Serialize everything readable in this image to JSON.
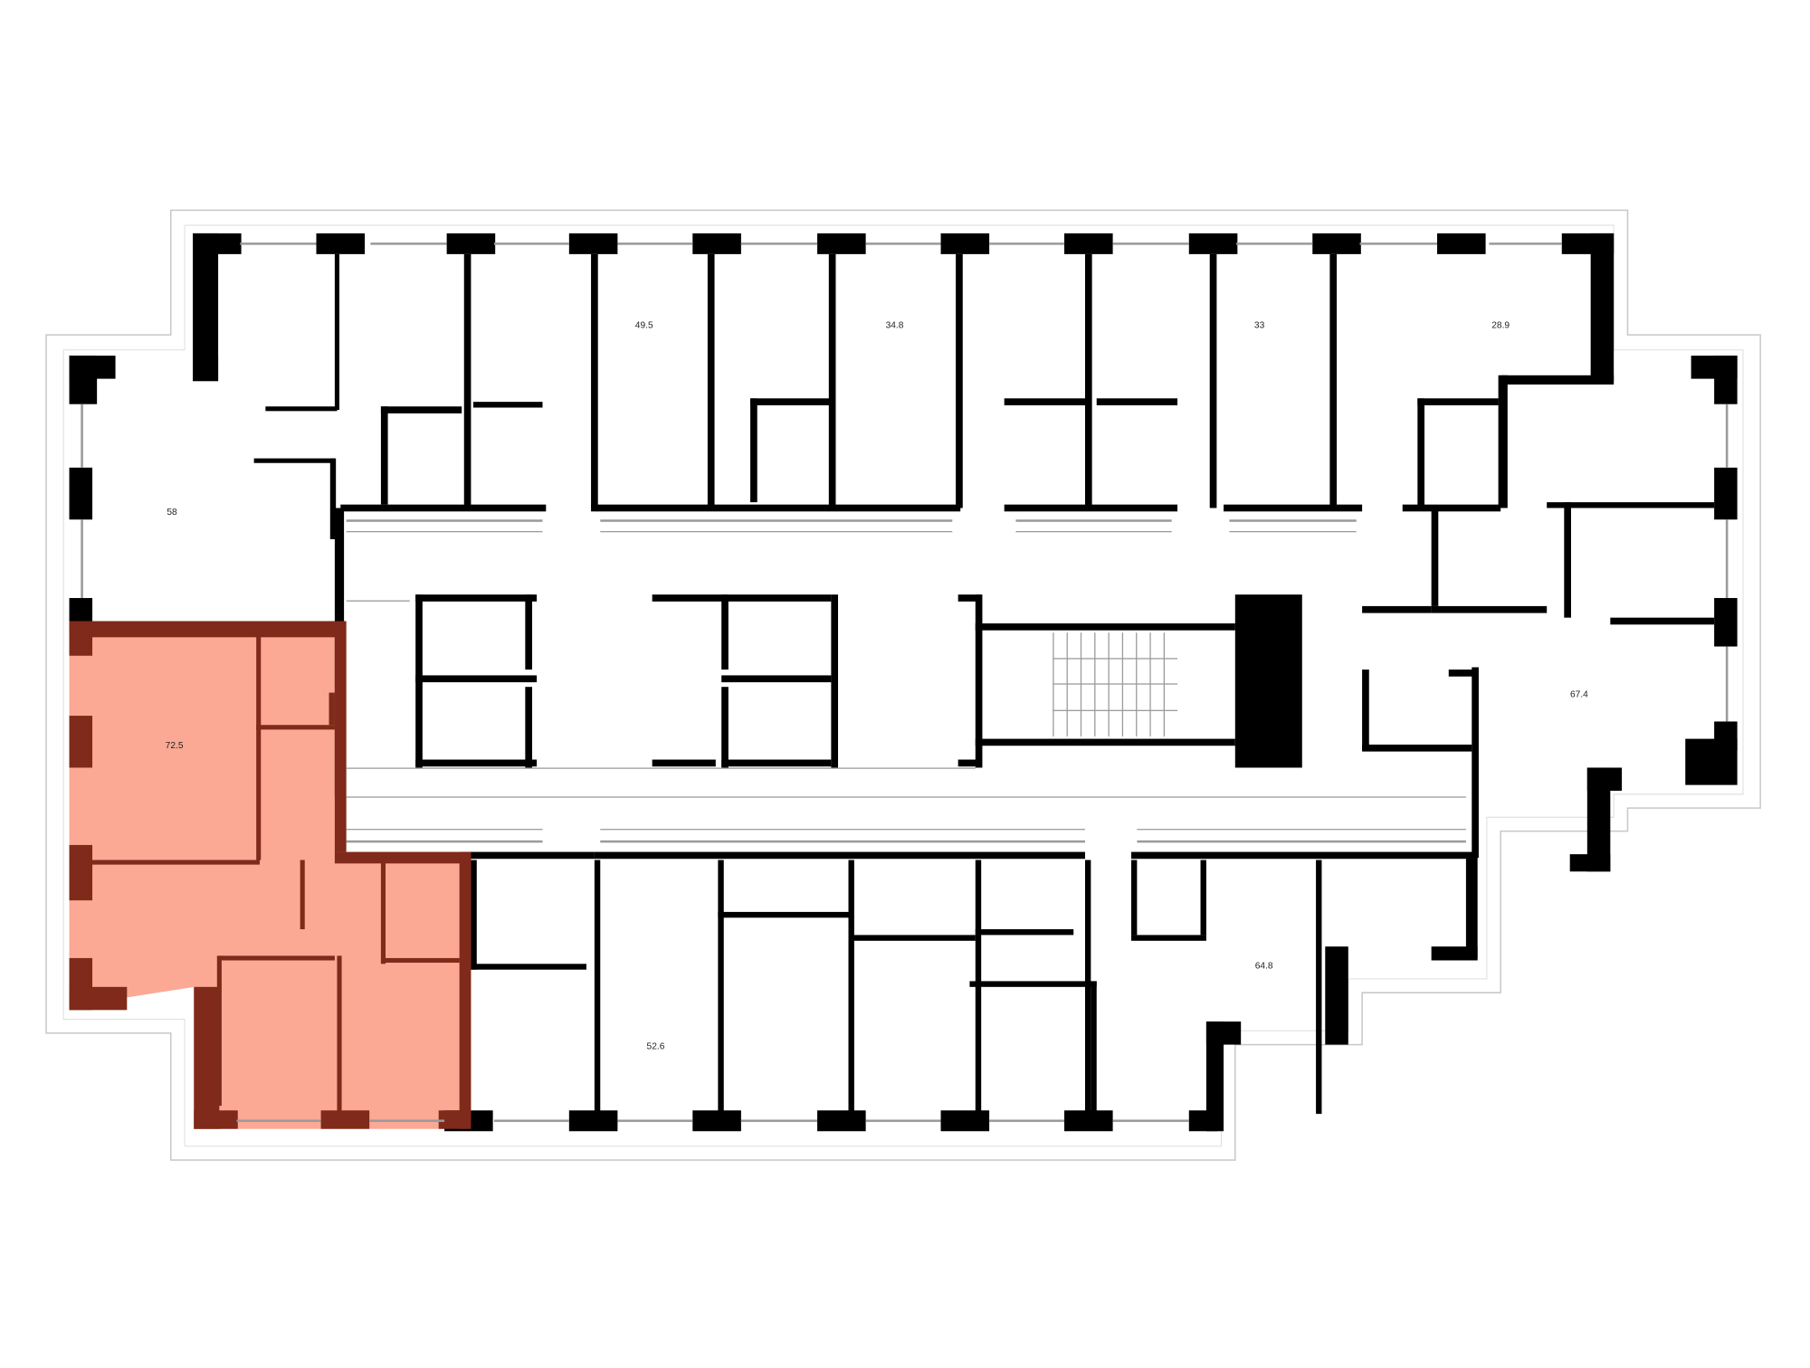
{
  "colors": {
    "wall": "#000000",
    "outline": "#bdbdbd",
    "highlight_fill": "#FBA994",
    "highlight_wall": "#7F2A1A"
  },
  "apartments": [
    {
      "id": "apt-58",
      "area": "58",
      "highlighted": false
    },
    {
      "id": "apt-49-5",
      "area": "49.5",
      "highlighted": false
    },
    {
      "id": "apt-34-8",
      "area": "34.8",
      "highlighted": false
    },
    {
      "id": "apt-33",
      "area": "33",
      "highlighted": false
    },
    {
      "id": "apt-28-9",
      "area": "28.9",
      "highlighted": false
    },
    {
      "id": "apt-67-4",
      "area": "67.4",
      "highlighted": false
    },
    {
      "id": "apt-72-5",
      "area": "72.5",
      "highlighted": true
    },
    {
      "id": "apt-52-6",
      "area": "52.6",
      "highlighted": false
    },
    {
      "id": "apt-64-8",
      "area": "64.8",
      "highlighted": false
    }
  ]
}
